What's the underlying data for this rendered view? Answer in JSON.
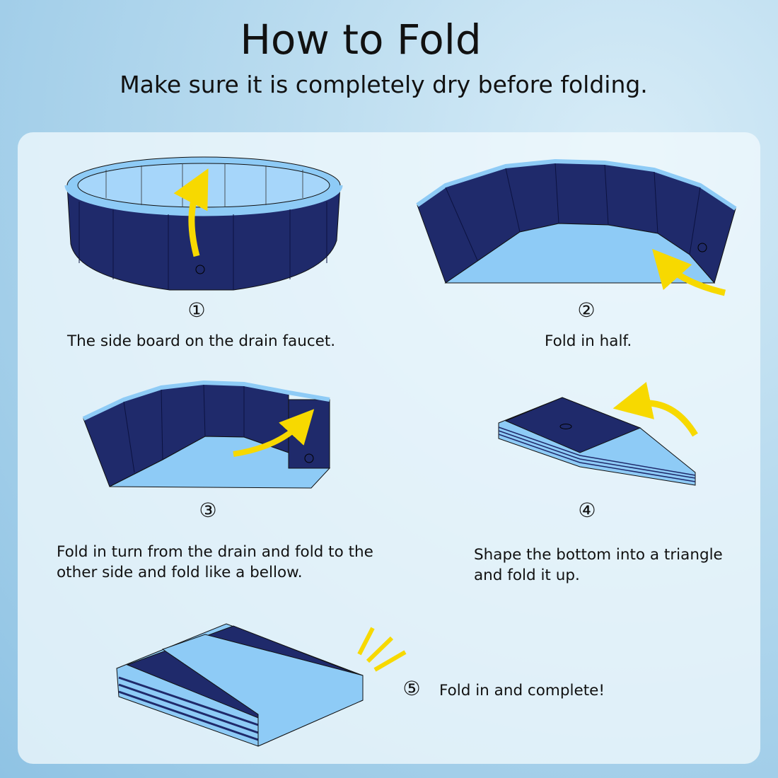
{
  "header": {
    "title": "How to Fold",
    "subtitle": "Make sure it is completely dry before folding."
  },
  "colors": {
    "navy": "#1f2a6b",
    "light_blue": "#8ecbf6",
    "arrow_yellow": "#f7d900"
  },
  "steps": [
    {
      "number": "①",
      "caption": "The side board on the drain faucet."
    },
    {
      "number": "②",
      "caption": "Fold in half."
    },
    {
      "number": "③",
      "caption": "Fold in turn from the drain and fold to the\nother side and fold like a bellow."
    },
    {
      "number": "④",
      "caption": "Shape the bottom into a triangle\nand fold it up."
    },
    {
      "number": "⑤",
      "caption": "Fold in and complete!"
    }
  ]
}
